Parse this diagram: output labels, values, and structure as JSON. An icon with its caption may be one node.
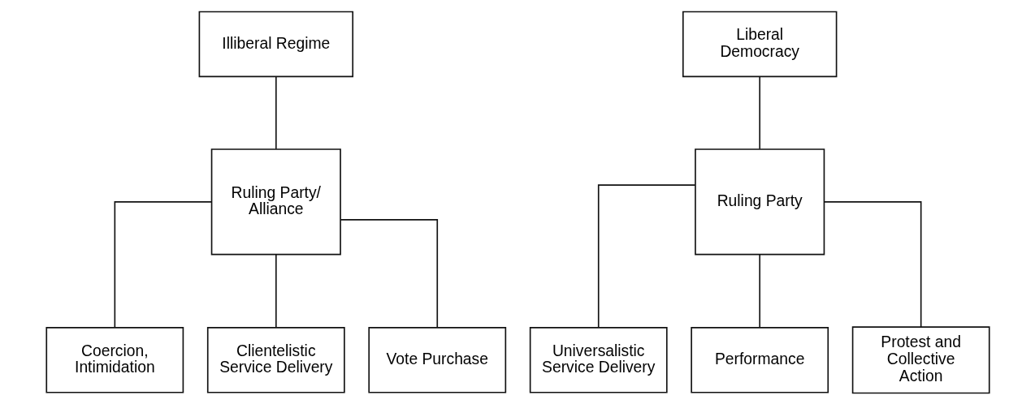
{
  "diagram": {
    "nodes": [
      {
        "text": [
          "Illiberal Regime"
        ]
      },
      {
        "text": [
          "Ruling Party/ Alliance"
        ]
      },
      {
        "text": [
          "Coercion, Intimidation"
        ]
      },
      {
        "text": [
          "Clientelistic Service Delivery"
        ]
      },
      {
        "text": [
          "Vote Purchase"
        ]
      },
      {
        "text": [
          "Liberal Democracy"
        ]
      },
      {
        "text": [
          "Ruling Party"
        ]
      },
      {
        "text": [
          "Universalistic Service Delivery"
        ]
      },
      {
        "text": [
          "Performance"
        ]
      },
      {
        "text": [
          "Protest and Collective Action"
        ]
      }
    ],
    "edges": [
      {
        "from": 0,
        "to": 1,
        "arrow": "none"
      },
      {
        "from": 1,
        "to": 2,
        "arrow": "none"
      },
      {
        "from": 1,
        "to": 3,
        "arrow": "none"
      },
      {
        "from": 1,
        "to": 4,
        "arrow": "none"
      },
      {
        "from": 5,
        "to": 6,
        "arrow": "none"
      },
      {
        "from": 6,
        "to": 7,
        "arrow": "none"
      },
      {
        "from": 6,
        "to": 8,
        "arrow": "none"
      },
      {
        "from": 6,
        "to": 9,
        "arrow": "none"
      }
    ]
  }
}
